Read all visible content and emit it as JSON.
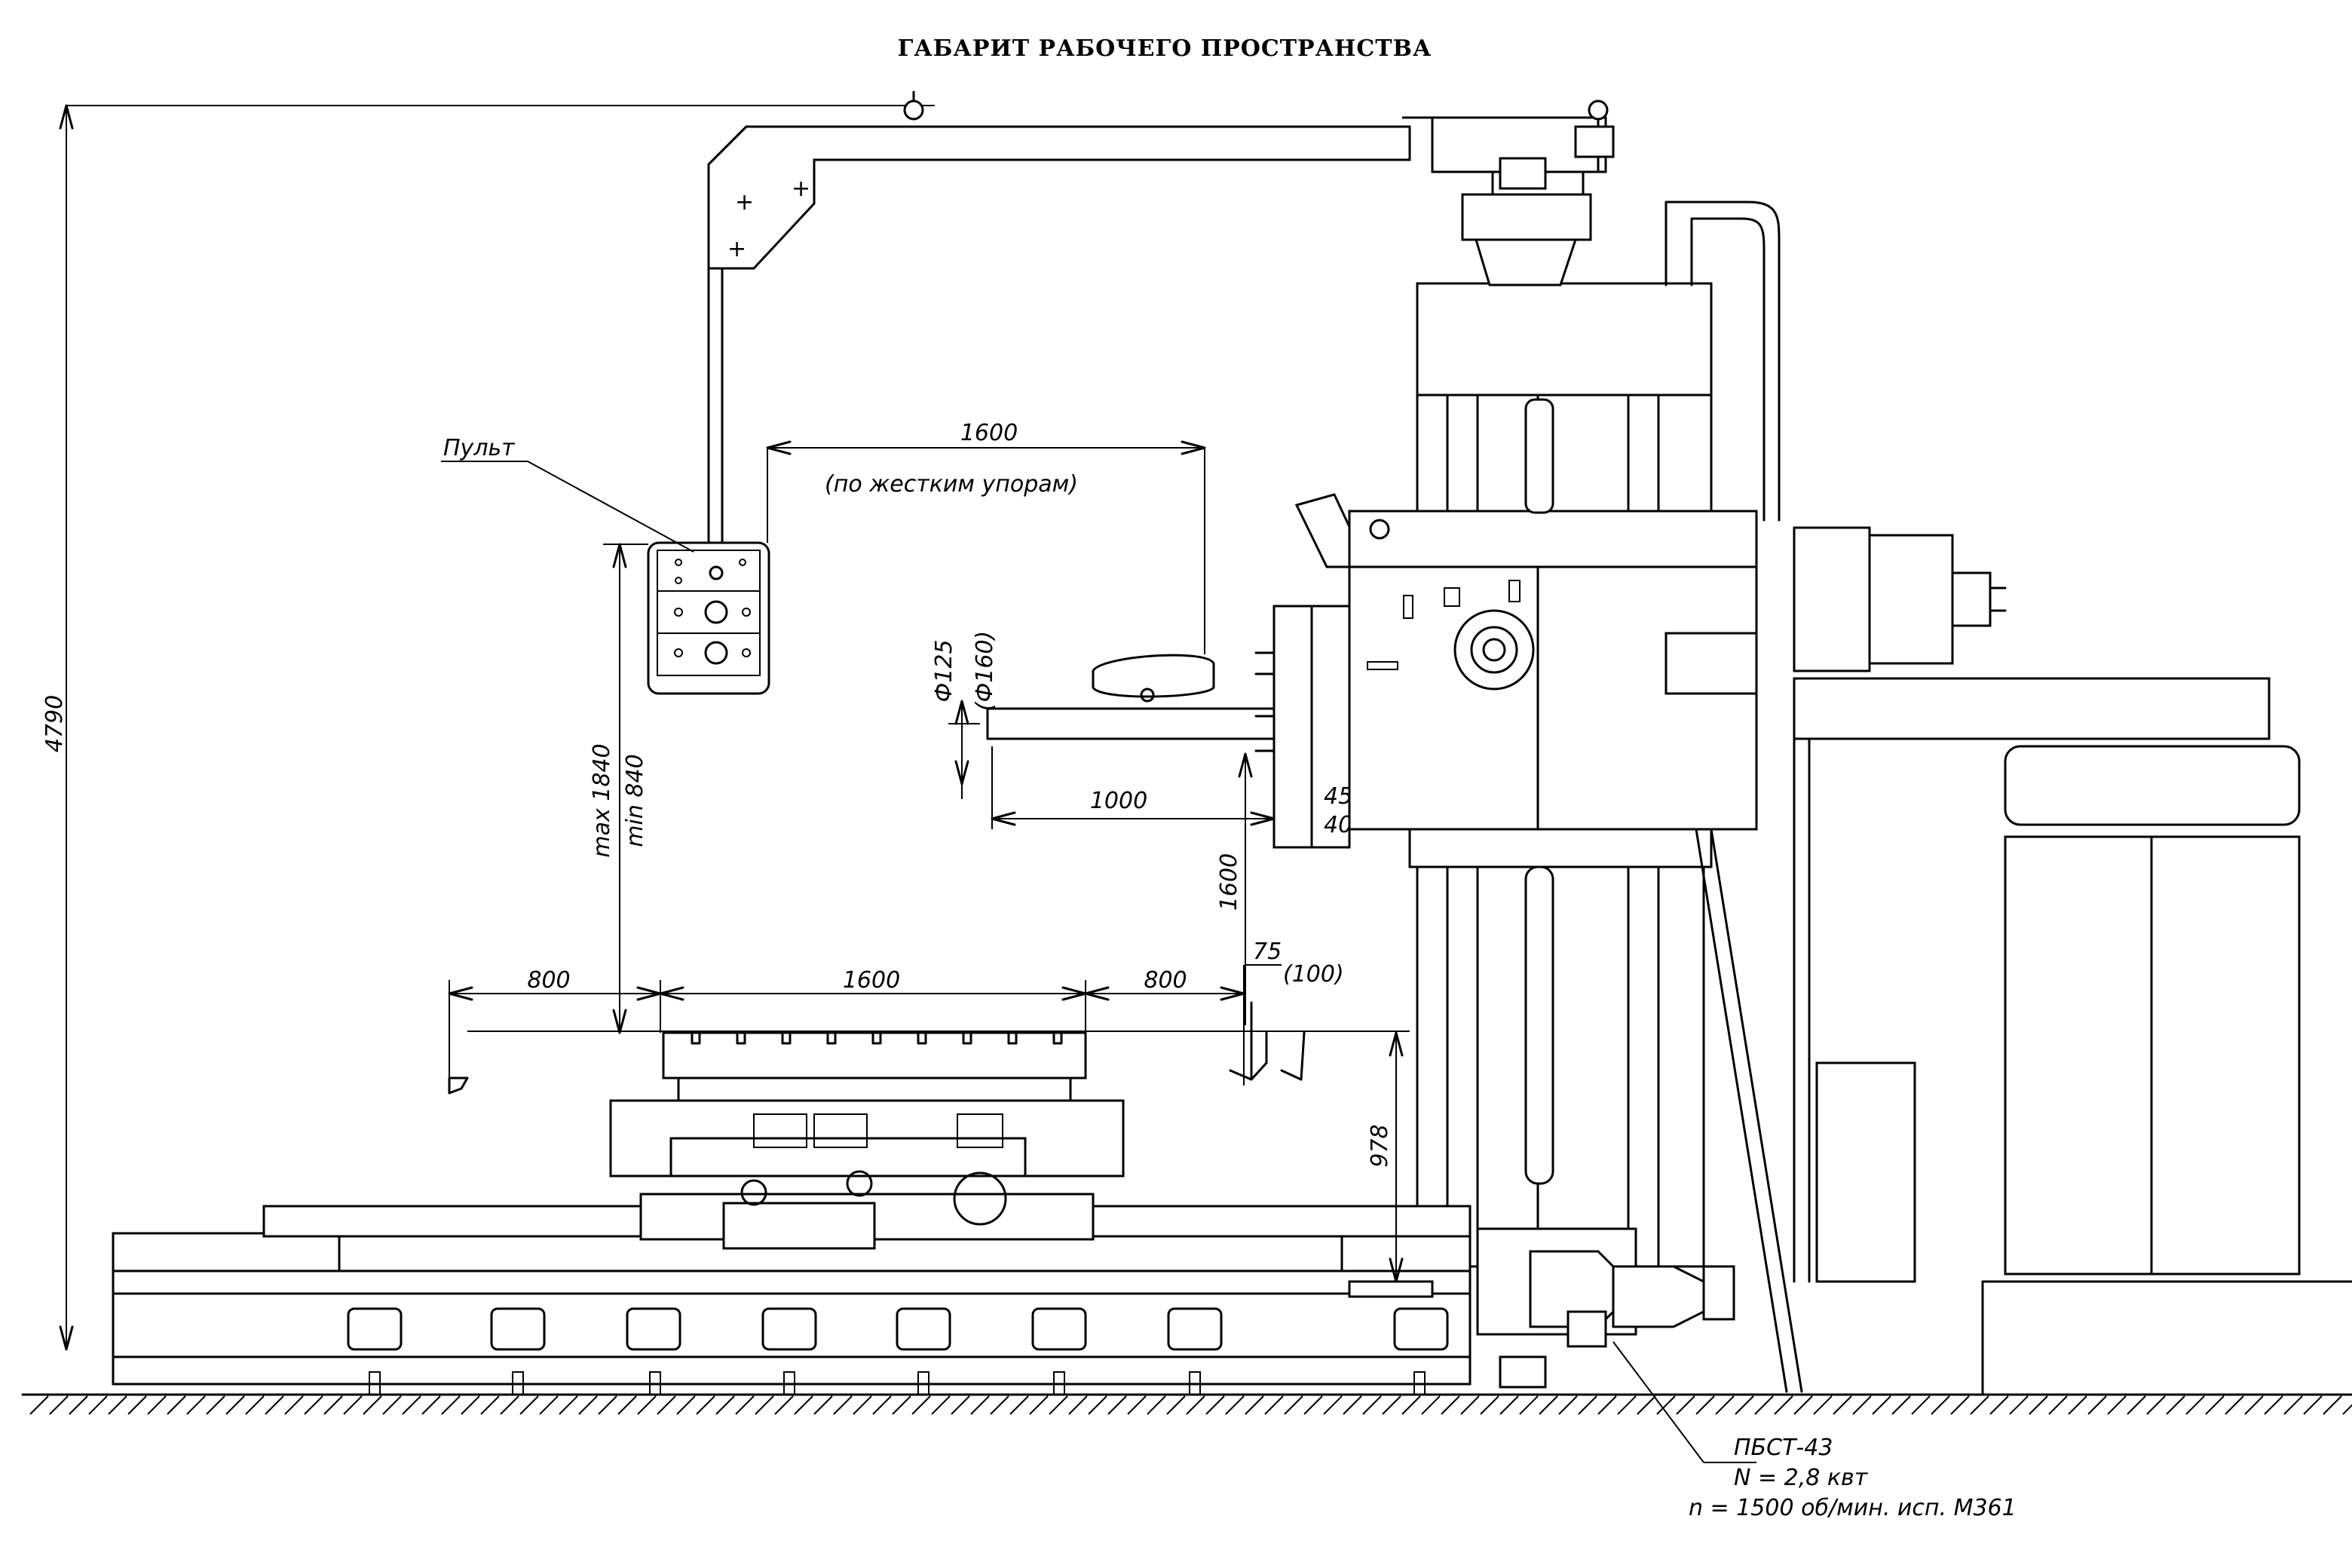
{
  "title": "ГАБАРИТ РАБОЧЕГО ПРОСТРАНСТВА",
  "labels": {
    "pult": "Пульт",
    "motor_model": "ПБСТ-43",
    "motor_power": "N = 2,8 квт",
    "motor_speed": "n = 1500 об/мин. исп. М361"
  },
  "dimensions": {
    "overall_height": "4790",
    "stroke_top": "1600",
    "stroke_top_note": "(по жестким упорам)",
    "spindle_dia": "Ф125",
    "spindle_dia_alt": "(Ф160)",
    "spindle_reach": "1000",
    "offset_45": "45",
    "offset_40": "40",
    "vertical_travel": "max 1840",
    "vertical_travel_min": "min 840",
    "column_to_table": "1600",
    "left_800": "800",
    "table_1600": "1600",
    "right_800": "800",
    "gap_75": "75",
    "gap_100": "(100)",
    "table_height": "978"
  }
}
